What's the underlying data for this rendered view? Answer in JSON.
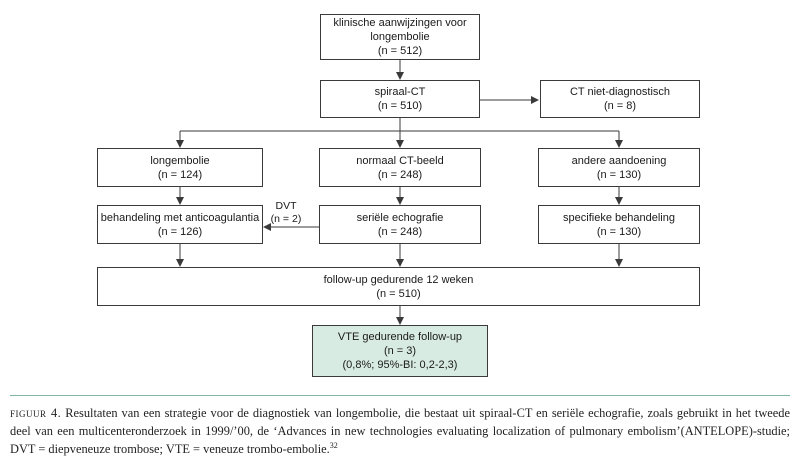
{
  "nodes": {
    "start": {
      "lines": [
        "klinische aanwijzingen voor",
        "longembolie",
        "(n = 512)"
      ]
    },
    "ct": {
      "lines": [
        "spiraal-CT",
        "(n = 510)"
      ]
    },
    "nondiag": {
      "lines": [
        "CT niet-diagnostisch",
        "(n = 8)"
      ]
    },
    "pe": {
      "lines": [
        "longembolie",
        "(n = 124)"
      ]
    },
    "normal": {
      "lines": [
        "normaal CT-beeld",
        "(n = 248)"
      ]
    },
    "other": {
      "lines": [
        "andere aandoening",
        "(n = 130)"
      ]
    },
    "anticoag": {
      "lines": [
        "behandeling met anticoagulantia",
        "(n = 126)"
      ]
    },
    "echo": {
      "lines": [
        "seriële echografie",
        "(n = 248)"
      ]
    },
    "specific": {
      "lines": [
        "specifieke behandeling",
        "(n = 130)"
      ]
    },
    "followup": {
      "lines": [
        "follow-up gedurende 12 weken",
        "(n = 510)"
      ]
    },
    "vte": {
      "lines": [
        "VTE gedurende follow-up",
        "(n = 3)",
        "(0,8%; 95%-BI: 0,2-2,3)"
      ]
    }
  },
  "edge_labels": {
    "dvt": {
      "lines": [
        "DVT",
        "(n = 2)"
      ]
    }
  },
  "colors": {
    "highlight_fill": "#d8ebe2",
    "rule": "#7fb5a4",
    "stroke": "#3a3a3a"
  },
  "caption": {
    "lead": "figuur 4.",
    "text": " Resultaten van een strategie voor de diagnostiek van longembolie, die bestaat uit spiraal-CT en seriële echografie, zoals gebruikt in het tweede deel van een multicenteronderzoek in 1999/’00, de ‘Advances in new technologies evaluating localization of pulmonary embolism’(ANTELOPE)-studie; DVT = diepveneuze trombose; VTE = veneuze trombo-embolie.",
    "ref": "32"
  }
}
